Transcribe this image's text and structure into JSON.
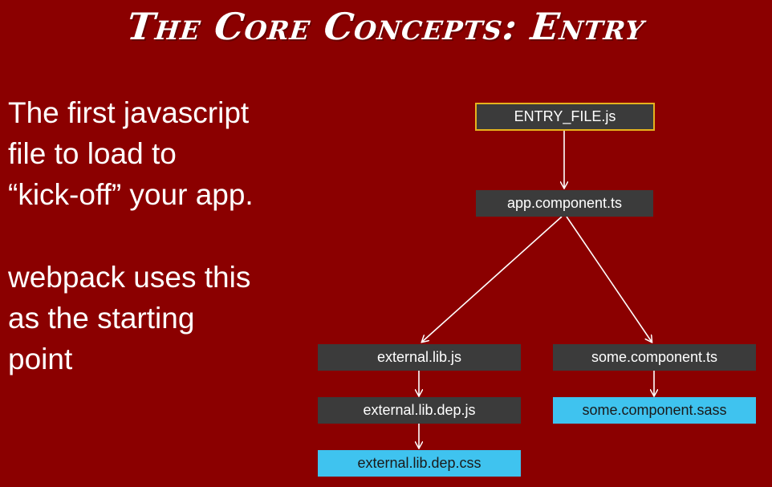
{
  "slide": {
    "title": "The Core Concepts: Entry",
    "paragraphs": [
      [
        "The first javascript",
        "file to load to",
        "“kick-off” your app."
      ],
      [
        "webpack uses this",
        "as the starting",
        "point"
      ]
    ]
  },
  "diagram": {
    "nodes": {
      "entry_file": "ENTRY_FILE.js",
      "app_component": "app.component.ts",
      "external_lib": "external.lib.js",
      "some_component": "some.component.ts",
      "external_lib_dep": "external.lib.dep.js",
      "some_component_sass": "some.component.sass",
      "external_lib_dep_css": "external.lib.dep.css"
    },
    "edges": [
      [
        "entry_file",
        "app_component"
      ],
      [
        "app_component",
        "external_lib"
      ],
      [
        "app_component",
        "some_component"
      ],
      [
        "external_lib",
        "external_lib_dep"
      ],
      [
        "some_component",
        "some_component_sass"
      ],
      [
        "external_lib_dep",
        "external_lib_dep_css"
      ]
    ],
    "colors": {
      "background": "#8b0000",
      "node_dark": "#3b3b3b",
      "node_style": "#3fc3ef",
      "entry_border": "#e6b31e",
      "arrow": "#ffffff"
    }
  }
}
